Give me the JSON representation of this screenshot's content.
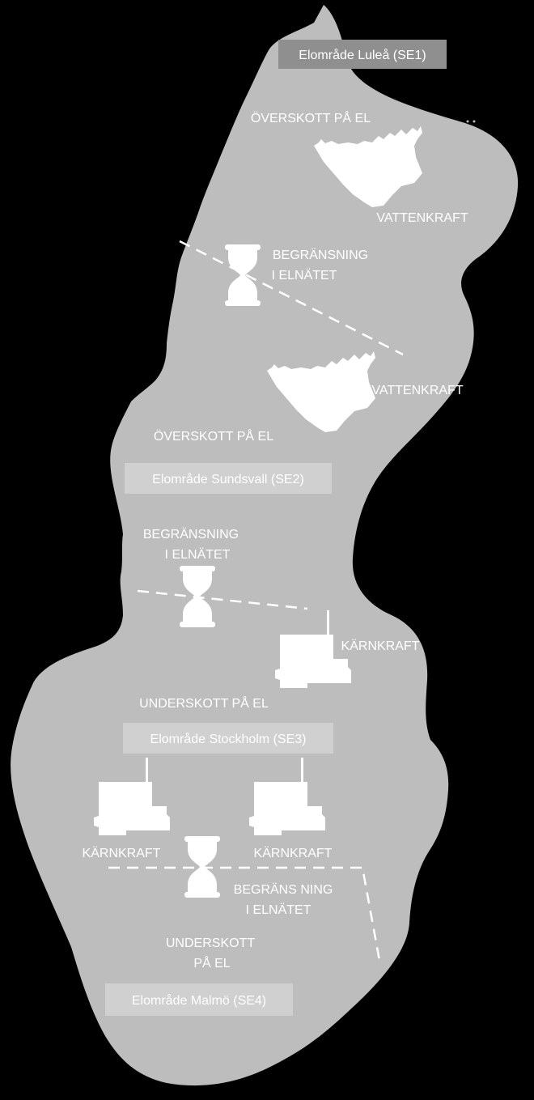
{
  "colors": {
    "background": "#000000",
    "land": "#bdbdbd",
    "label_text": "#ffffff",
    "zone_box_dark": "#8f8f8f",
    "zone_box_light": "#d0d0d0",
    "icon_fill": "#ffffff",
    "border_line": "#ffffff"
  },
  "zones": [
    {
      "label": "Elområde  Luleå (SE1)"
    },
    {
      "label": "Elområde Sundsvall (SE2)"
    },
    {
      "label": "Elområde Stockholm (SE3)"
    },
    {
      "label": "Elområde  Malmö (SE4)"
    }
  ],
  "labels": {
    "surplus_1": "ÖVERSKOTT PÅ EL",
    "hydro_1": "VATTENKRAFT",
    "limit_1_line1": "BEGRÄNSNING",
    "limit_1_line2": "I ELNÄTET",
    "hydro_2": "VATTENKRAFT",
    "surplus_2": "ÖVERSKOTT PÅ EL",
    "limit_2_line1": "BEGRÄNSNING",
    "limit_2_line2": "I ELNÄTET",
    "nuclear_1": "KÄRNKRAFT",
    "deficit_1": "UNDERSKOTT PÅ EL",
    "nuclear_2": "KÄRNKRAFT",
    "nuclear_3": "KÄRNKRAFT",
    "limit_3_line1": "BEGRÄNS NING",
    "limit_3_line2": "I ELNÄTET",
    "deficit_2_line1": "UNDERSKOTT",
    "deficit_2_line2": "PÅ EL"
  },
  "icons": {
    "hydro": "mountain-icon",
    "limit": "hourglass-icon",
    "nuclear": "power-plant-icon"
  }
}
